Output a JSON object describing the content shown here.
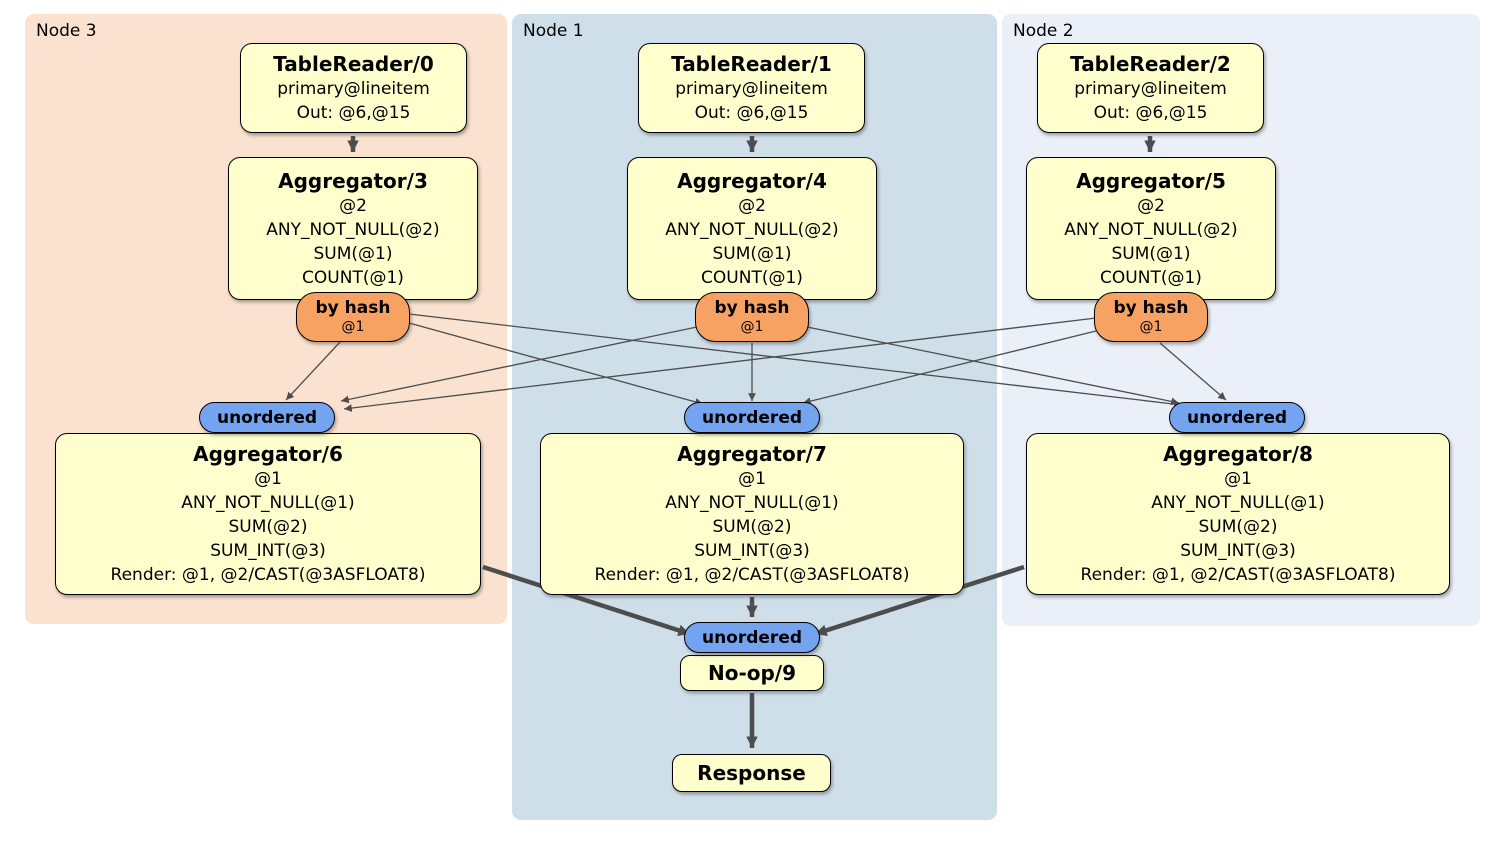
{
  "colors": {
    "page_background": "#ffffff",
    "panel_node3_fill": "#fbe2d0",
    "panel_node1_fill": "#cfdfea",
    "panel_node2_fill": "#eaeff8",
    "processor_fill": "#ffffce",
    "processor_border": "#000000",
    "router_fill": "#f7a263",
    "sync_fill": "#74a3f0",
    "edge_color": "#4d4d4d"
  },
  "panels": [
    {
      "label": "Node 3"
    },
    {
      "label": "Node 1"
    },
    {
      "label": "Node 2"
    }
  ],
  "processors": {
    "tr0": {
      "title": "TableReader/0",
      "lines": [
        "primary@lineitem",
        "Out: @6,@15"
      ]
    },
    "tr1": {
      "title": "TableReader/1",
      "lines": [
        "primary@lineitem",
        "Out: @6,@15"
      ]
    },
    "tr2": {
      "title": "TableReader/2",
      "lines": [
        "primary@lineitem",
        "Out: @6,@15"
      ]
    },
    "agg3": {
      "title": "Aggregator/3",
      "lines": [
        "@2",
        "ANY_NOT_NULL(@2)",
        "SUM(@1)",
        "COUNT(@1)"
      ]
    },
    "agg4": {
      "title": "Aggregator/4",
      "lines": [
        "@2",
        "ANY_NOT_NULL(@2)",
        "SUM(@1)",
        "COUNT(@1)"
      ]
    },
    "agg5": {
      "title": "Aggregator/5",
      "lines": [
        "@2",
        "ANY_NOT_NULL(@2)",
        "SUM(@1)",
        "COUNT(@1)"
      ]
    },
    "agg6": {
      "title": "Aggregator/6",
      "lines": [
        "@1",
        "ANY_NOT_NULL(@1)",
        "SUM(@2)",
        "SUM_INT(@3)",
        "Render: @1, @2/CAST(@3ASFLOAT8)"
      ]
    },
    "agg7": {
      "title": "Aggregator/7",
      "lines": [
        "@1",
        "ANY_NOT_NULL(@1)",
        "SUM(@2)",
        "SUM_INT(@3)",
        "Render: @1, @2/CAST(@3ASFLOAT8)"
      ]
    },
    "agg8": {
      "title": "Aggregator/8",
      "lines": [
        "@1",
        "ANY_NOT_NULL(@1)",
        "SUM(@2)",
        "SUM_INT(@3)",
        "Render: @1, @2/CAST(@3ASFLOAT8)"
      ]
    },
    "noop": {
      "title": "No-op/9"
    },
    "response": {
      "title": "Response"
    }
  },
  "router": {
    "label": "by hash",
    "detail": "@1"
  },
  "sync": {
    "label": "unordered"
  }
}
